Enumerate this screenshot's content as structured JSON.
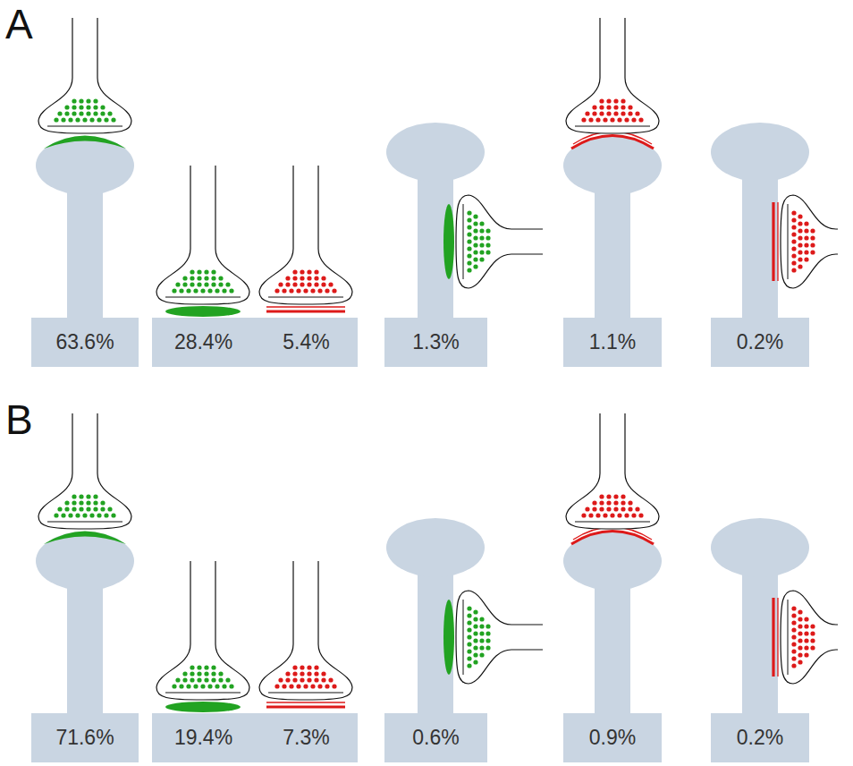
{
  "diagram": {
    "nodes": [
      {
        "text": [
          "63.6%"
        ]
      },
      {
        "text": [
          "28.4%"
        ]
      },
      {
        "text": [
          "5.4%"
        ]
      },
      {
        "text": [
          "1.3%"
        ]
      },
      {
        "text": [
          "1.1%"
        ]
      },
      {
        "text": [
          "0.2%"
        ]
      },
      {
        "text": [
          "71.6%"
        ]
      },
      {
        "text": [
          "19.4%"
        ]
      },
      {
        "text": [
          "7.3%"
        ]
      },
      {
        "text": [
          "0.6%"
        ]
      },
      {
        "text": [
          "0.9%"
        ]
      },
      {
        "text": [
          "0.2%"
        ]
      }
    ],
    "labels": [
      "A",
      "B"
    ]
  }
}
